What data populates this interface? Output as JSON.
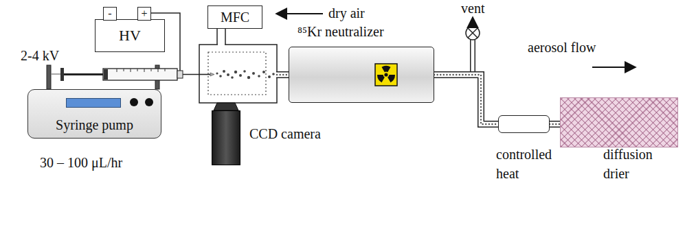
{
  "diagram": {
    "nodes": [
      {
        "text": [
          "HV"
        ]
      },
      {
        "text": [
          "-"
        ]
      },
      {
        "text": [
          "+"
        ]
      },
      {
        "text": [
          "Syringe pump"
        ]
      },
      {
        "text": [
          "MFC"
        ]
      },
      {
        "text": [
          "CCD camera"
        ]
      },
      {
        "text": [
          "⁸⁵Kr neutralizer"
        ]
      },
      {
        "text": [
          "controlled heat"
        ]
      },
      {
        "text": [
          "diffusion drier"
        ]
      }
    ],
    "edges": [
      {
        "from": 6,
        "to": 7,
        "arrow": "none"
      },
      {
        "from": 7,
        "to": 8,
        "arrow": "none"
      }
    ],
    "labels": [
      "2-4 kV",
      "30 – 100 μL/hr",
      "dry air",
      "vent",
      "aerosol flow"
    ]
  }
}
